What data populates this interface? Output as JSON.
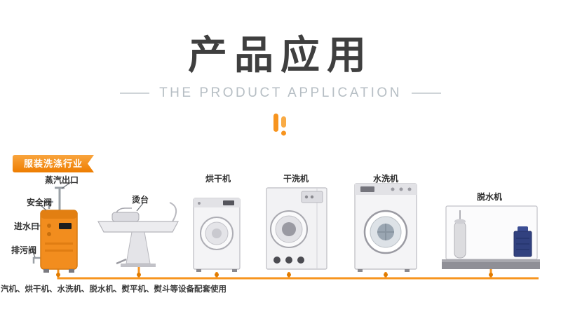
{
  "header": {
    "title": "产品应用",
    "subtitle": "THE PRODUCT APPLICATION"
  },
  "ribbon": {
    "label": "服装洗涤行业"
  },
  "boiler": {
    "labels": {
      "steam_outlet": "蒸汽出口",
      "safety_valve": "安全阀",
      "water_inlet": "进水口",
      "drain_valve": "排污阀"
    }
  },
  "machines": [
    {
      "label": "烫台"
    },
    {
      "label": "烘干机"
    },
    {
      "label": "干洗机"
    },
    {
      "label": "水洗机"
    },
    {
      "label": "脱水机"
    }
  ],
  "caption": "汽机、烘干机、水洗机、脱水机、熨平机、熨斗等设备配套使用",
  "icons": {
    "decorative": "orange-bars-icon"
  },
  "colors": {
    "accent": "#f7941e",
    "accent_dark": "#ee7d00",
    "title": "#3f3f3f",
    "subtitle": "#b6bec4",
    "machine_outline": "#bcbcc2",
    "motor_blue": "#31417f"
  }
}
